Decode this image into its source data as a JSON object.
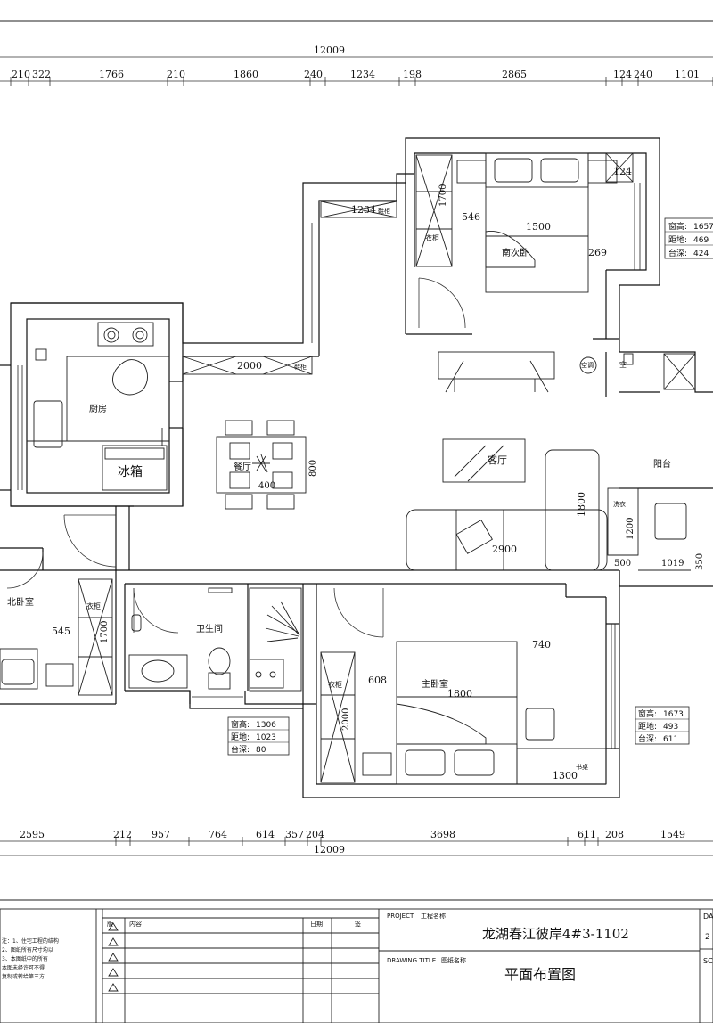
{
  "dimensions": {
    "total": "12009",
    "top": [
      "210",
      "322",
      "1766",
      "210",
      "1860",
      "240",
      "1234",
      "198",
      "2865",
      "124",
      "240",
      "1101"
    ],
    "bottom": [
      "2595",
      "212",
      "957",
      "764",
      "614",
      "357",
      "204",
      "3698",
      "611",
      "208",
      "1549"
    ]
  },
  "rooms": {
    "kitchen": "厨房",
    "fridge": "冰箱",
    "dining": "餐厅",
    "living": "客厅",
    "balcony": "阳台",
    "south_bedroom": "南次卧",
    "north_bedroom": "北卧室",
    "bathroom": "卫生间",
    "master_bedroom": "主卧室",
    "wardrobe": "衣柜",
    "shoe_cabinet": "鞋柜",
    "ac": "空调",
    "desk": "书桌",
    "washer": "洗衣",
    "ac_partial": "空"
  },
  "measurements": {
    "south_bed": "1500",
    "south_546": "546",
    "south_269": "269",
    "south_1700": "1700",
    "south_124": "124",
    "cabinet_1234": "1234",
    "cabinet_2000": "2000",
    "dining_800": "800",
    "dining_400": "400",
    "sofa_2900": "2900",
    "sofa_1800": "1800",
    "balcony_1200": "1200",
    "balcony_500": "500",
    "balcony_1019": "1019",
    "balcony_350": "350",
    "north_545": "545",
    "north_1700": "1700",
    "master_740": "740",
    "master_608": "608",
    "master_bed": "1800",
    "master_2000": "2000",
    "desk_1300": "1300"
  },
  "window_tables": {
    "south": [
      [
        "窗高:",
        "1657"
      ],
      [
        "距地:",
        "469"
      ],
      [
        "台深:",
        "424"
      ]
    ],
    "bath": [
      [
        "窗高:",
        "1306"
      ],
      [
        "距地:",
        "1023"
      ],
      [
        "台深:",
        "80"
      ]
    ],
    "master": [
      [
        "窗高:",
        "1673"
      ],
      [
        "距地:",
        "493"
      ],
      [
        "台深:",
        "611"
      ]
    ]
  },
  "title_block": {
    "left_notes": [
      "注：1、住宅工程的结构",
      "2、图纸所有尺寸均以",
      "3、本图纸中的所有",
      "    本图未经许可不得",
      "    复制或转给第三方"
    ],
    "rev_header": [
      "版",
      "内容",
      "日期",
      "签"
    ],
    "project_label": "PROJECT",
    "project_sub": "工程名称",
    "project_name": "龙湖春江彼岸4#3-1102",
    "drawing_label": "DRAWING TITLE",
    "drawing_sub": "图纸名称",
    "drawing_title": "平面布置图",
    "right_top": "DA",
    "right_mid": "2",
    "right_bot": "SC"
  }
}
